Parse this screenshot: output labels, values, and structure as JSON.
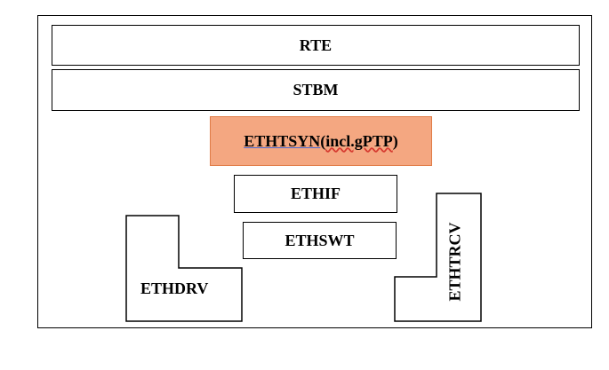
{
  "diagram": {
    "layers": {
      "rte": "RTE",
      "stbm": "STBM",
      "ethtsyn_main": "ETHTSYN",
      "ethtsyn_paren_open": "(",
      "ethtsyn_incl": "incl.gPTP",
      "ethtsyn_paren_close": ")",
      "ethif": "ETHIF",
      "ethswt": "ETHSWT",
      "ethdrv": "ETHDRV",
      "ethtrcv": "ETHTRCV"
    },
    "colors": {
      "ethtsyn_fill": "#f4a781",
      "ethtsyn_border": "#e07b46",
      "border": "#000000",
      "background": "#ffffff"
    }
  }
}
